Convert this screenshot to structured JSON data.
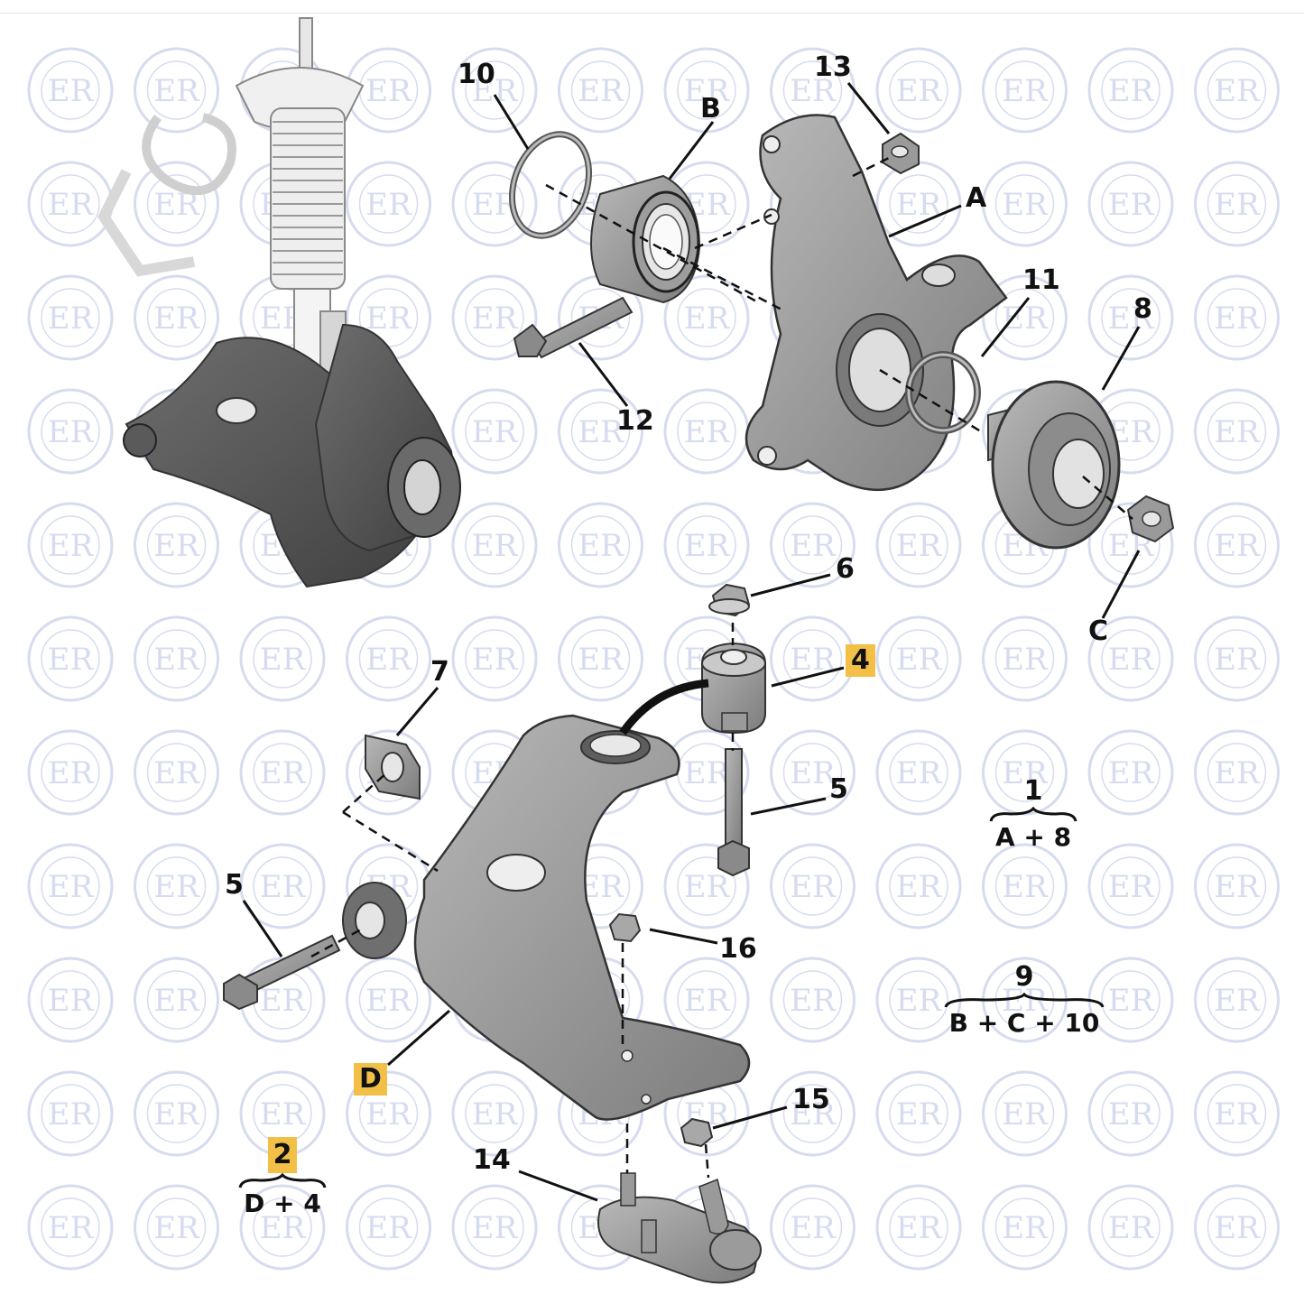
{
  "watermark": {
    "text": "ER"
  },
  "labels": {
    "l10": "10",
    "lB": "B",
    "l13": "13",
    "lA": "A",
    "l11": "11",
    "l8": "8",
    "l12": "12",
    "l6": "6",
    "l4": "4",
    "lC": "C",
    "l7": "7",
    "l5a": "5",
    "l5b": "5",
    "l16": "16",
    "lD": "D",
    "l15": "15",
    "l14": "14"
  },
  "combos": {
    "c1": {
      "number": "1",
      "parts": "A + 8"
    },
    "c9": {
      "number": "9",
      "parts": "B + C + 10"
    },
    "c2": {
      "number": "2",
      "parts": "D + 4"
    }
  },
  "colors": {
    "highlight": "#f2bf47",
    "part_fill": "#9c9c9c",
    "part_dark": "#555555",
    "watermark": "#d6dcef"
  }
}
